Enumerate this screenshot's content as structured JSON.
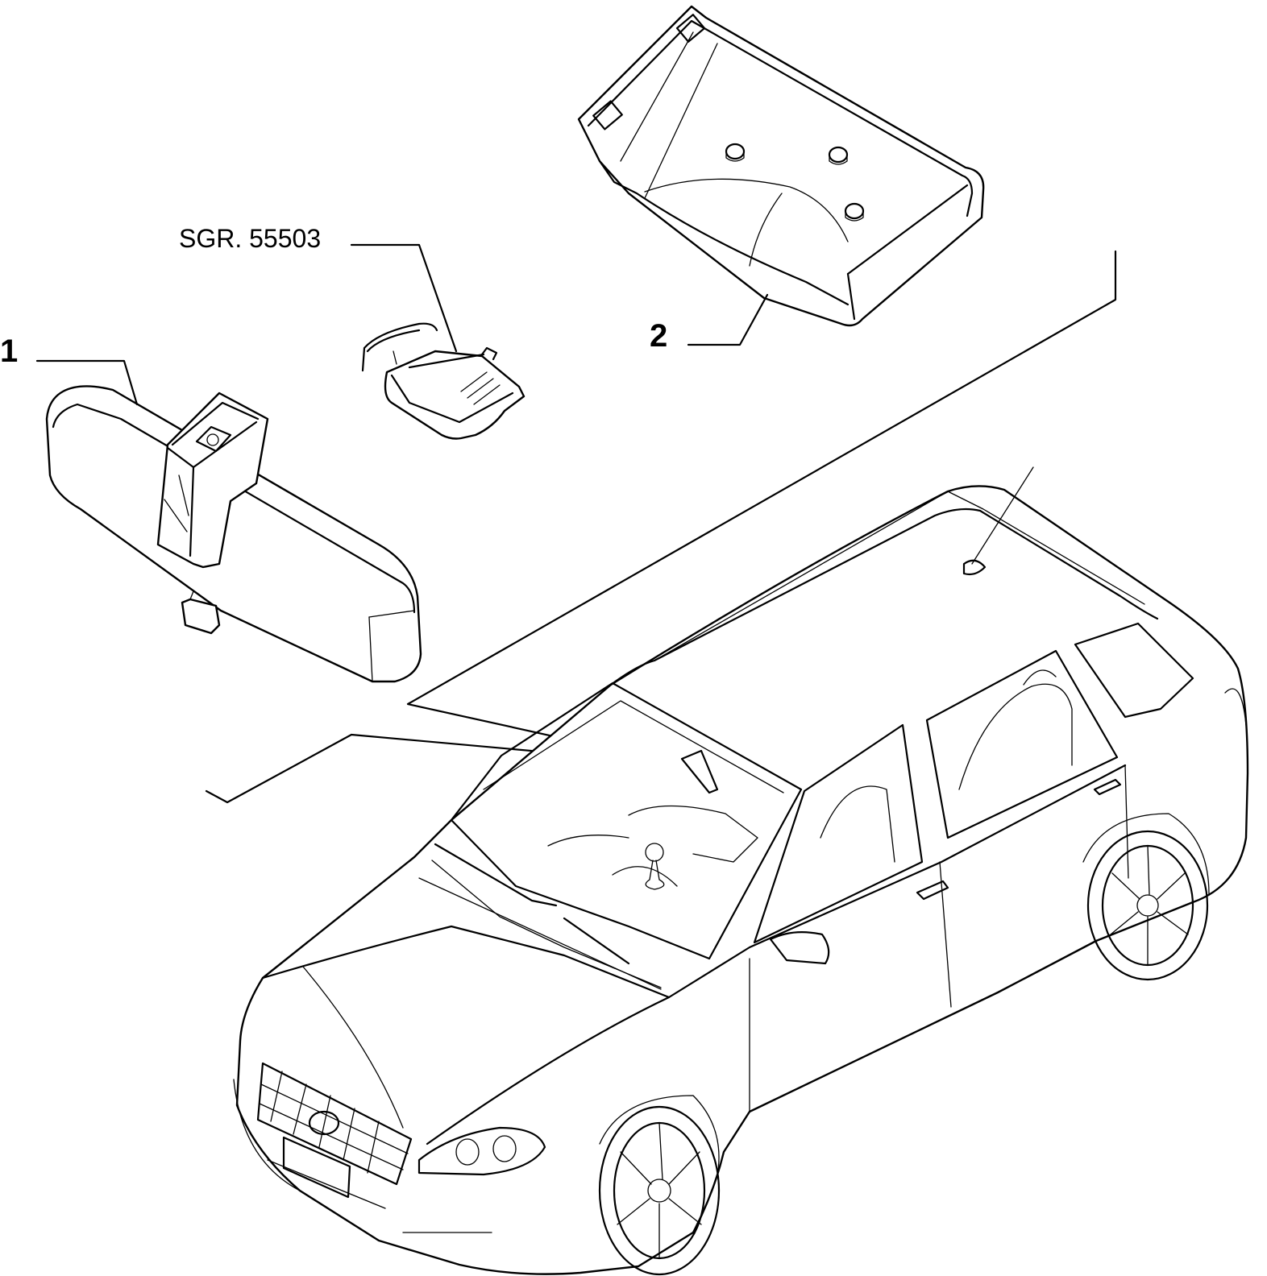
{
  "callouts": {
    "part_1": "1",
    "part_2": "2",
    "subgroup_ref": "SGR. 55503"
  },
  "colors": {
    "line": "#000000",
    "background": "#ffffff"
  }
}
